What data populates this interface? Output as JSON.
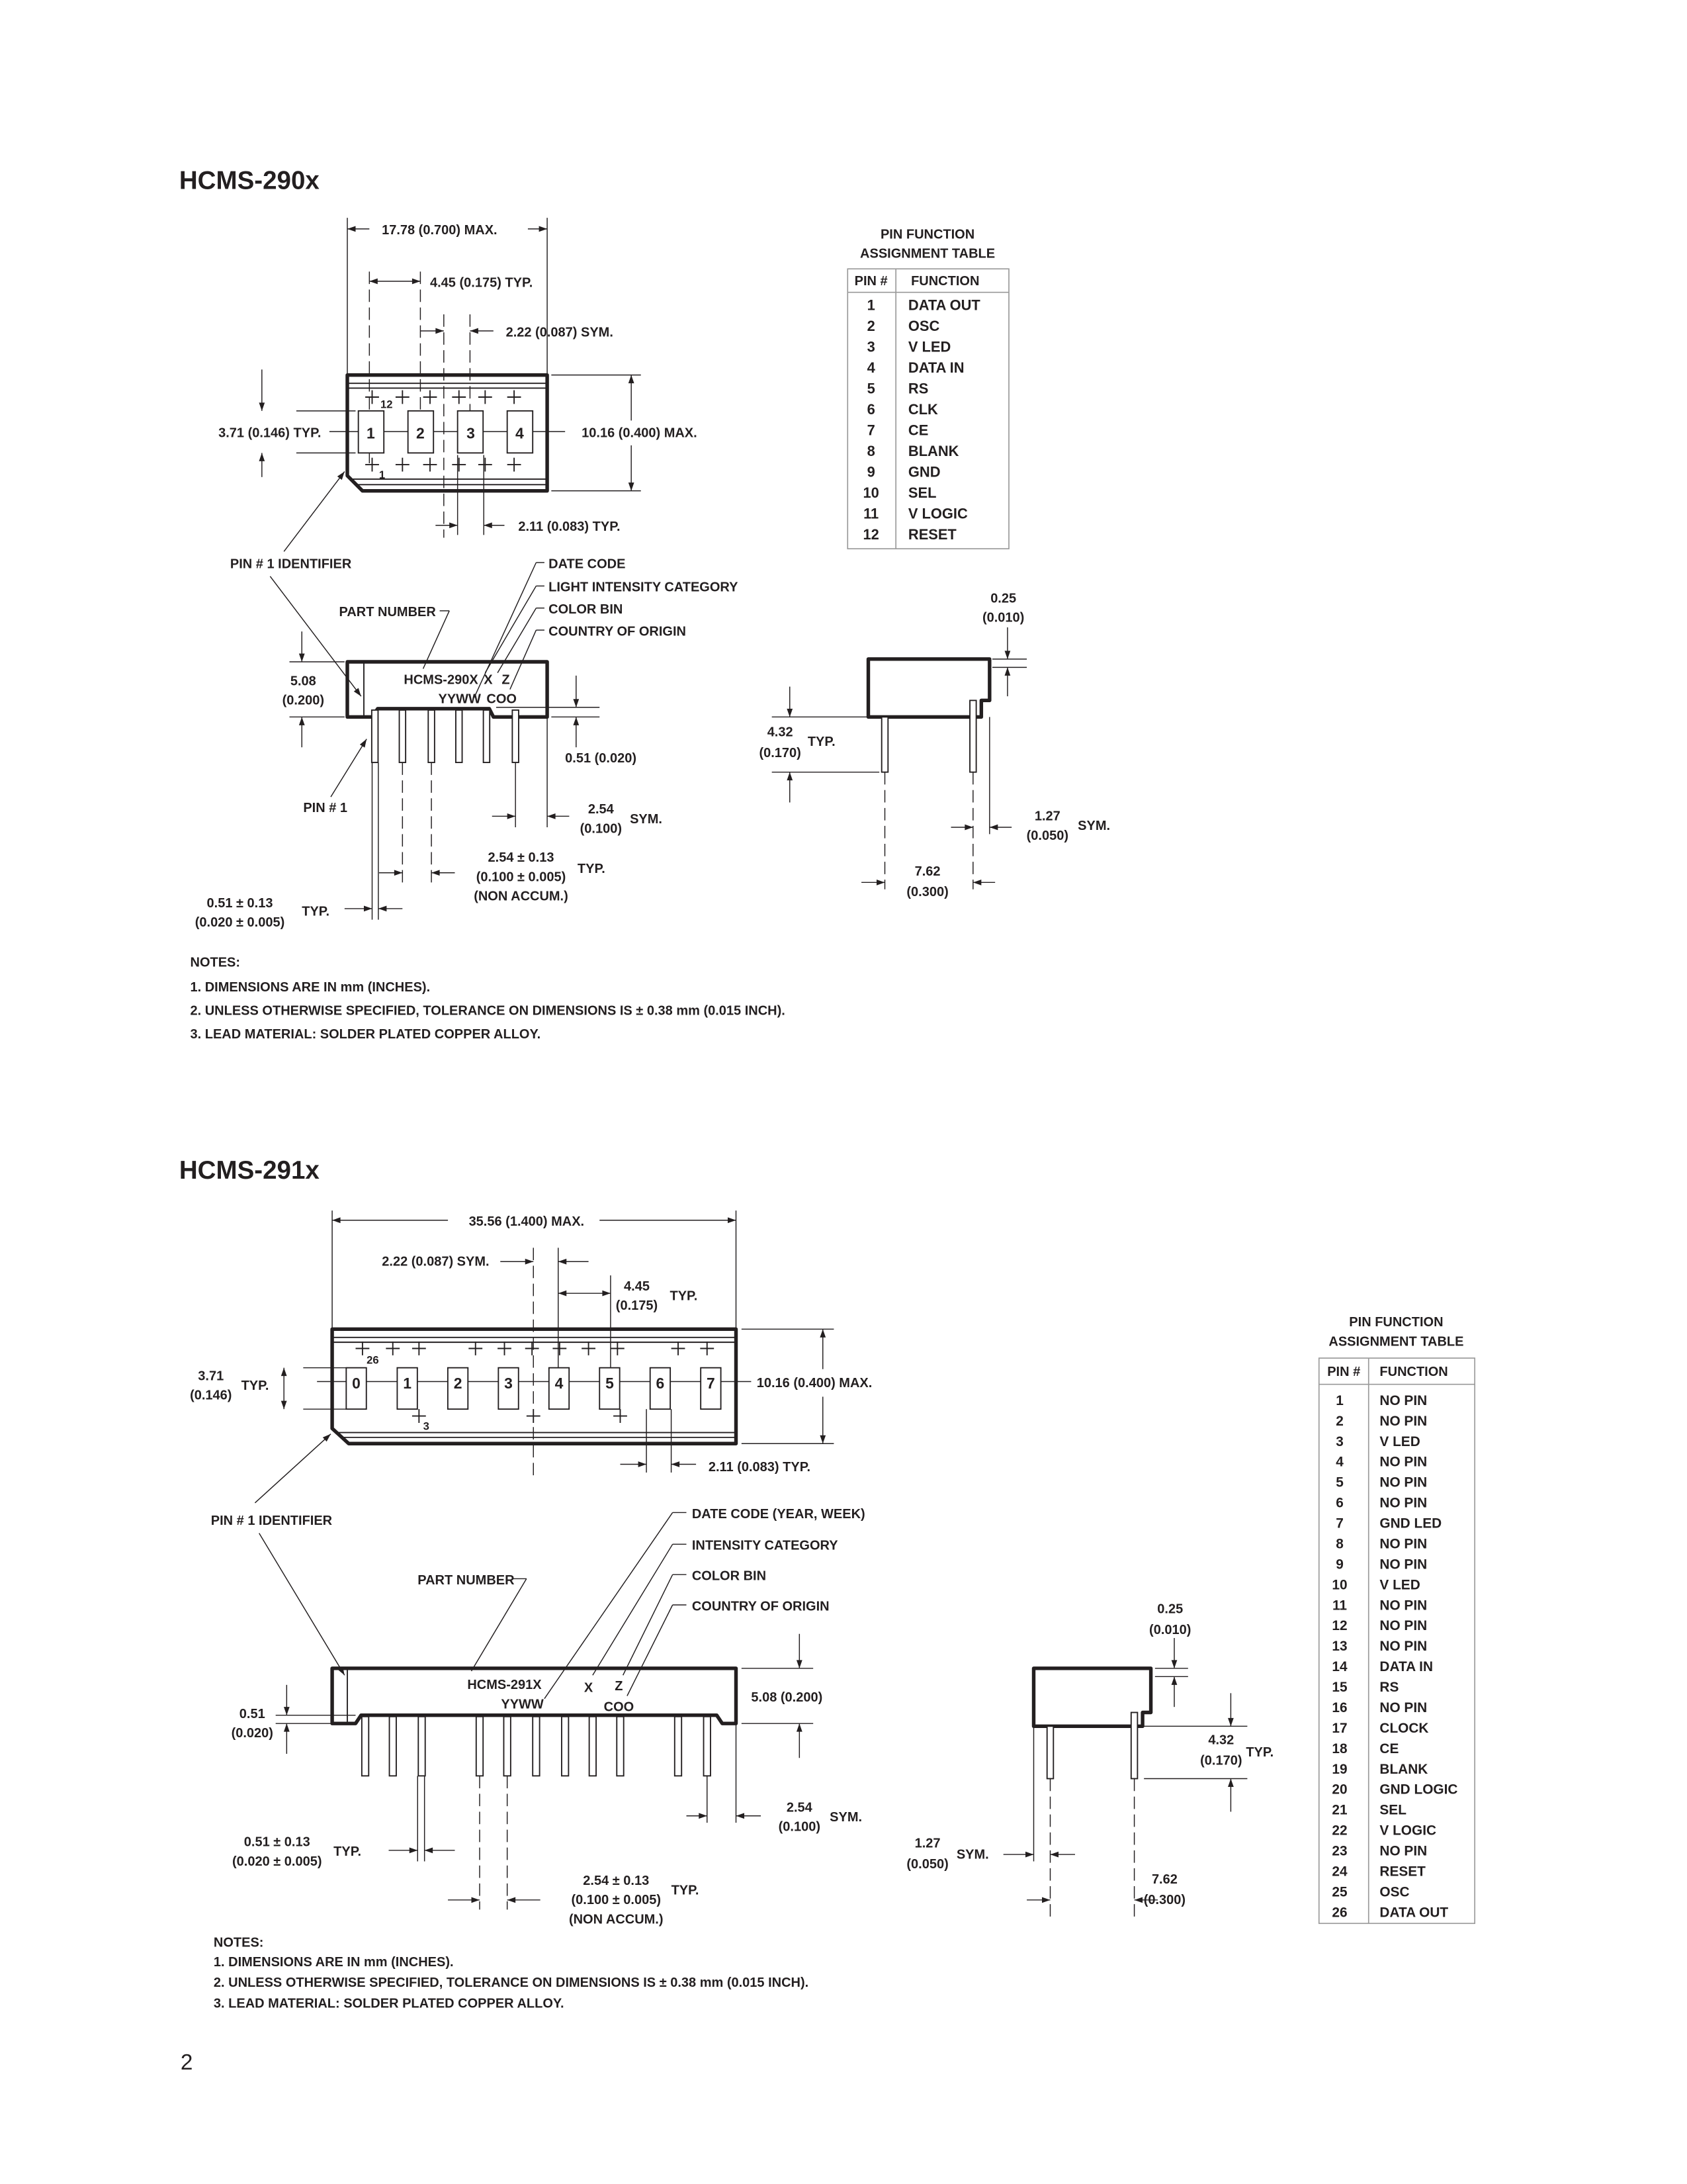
{
  "page_number": "2",
  "hcms290": {
    "title": "HCMS-290x",
    "digits": [
      "1",
      "2",
      "3",
      "4"
    ],
    "pin_marks": [
      "12",
      "1"
    ],
    "dims": {
      "overall_width": "17.78 (0.700) MAX.",
      "pitch": "4.45 (0.175) TYP.",
      "sym": "2.22 (0.087) SYM.",
      "digit_height": "3.71 (0.146) TYP.",
      "overall_height": "10.16 (0.400) MAX.",
      "digit_width": "2.11 (0.083) TYP.",
      "body_height": [
        "5.08",
        "(0.200)"
      ],
      "standoff": "0.51 (0.020)",
      "lead_sym": [
        "2.54",
        "(0.100)",
        "SYM."
      ],
      "lead_pitch": [
        "2.54 ± 0.13",
        "(0.100 ± 0.005)",
        "(NON ACCUM.)",
        "TYP."
      ],
      "lead_width": [
        "0.51 ± 0.13",
        "(0.020 ± 0.005)",
        "TYP."
      ],
      "lead_thickness": [
        "0.25",
        "(0.010)"
      ],
      "lead_length": [
        "4.32",
        "(0.170)",
        "TYP."
      ],
      "row_sym": [
        "1.27",
        "(0.050)",
        "SYM."
      ],
      "row_spacing": [
        "7.62",
        "(0.300)"
      ]
    },
    "callouts": {
      "pin1_identifier": "PIN # 1 IDENTIFIER",
      "part_number": "PART NUMBER",
      "date_code": "DATE CODE",
      "intensity": "LIGHT INTENSITY CATEGORY",
      "color_bin": "COLOR BIN",
      "country": "COUNTRY OF ORIGIN",
      "pin1": "PIN # 1"
    },
    "marking": {
      "part": "HCMS-290X",
      "x": "X",
      "z": "Z",
      "date": "YYWW",
      "coo": "COO"
    },
    "table": {
      "title": [
        "PIN FUNCTION",
        "ASSIGNMENT TABLE"
      ],
      "headers": [
        "PIN #",
        "FUNCTION"
      ],
      "rows": [
        {
          "pin": "1",
          "function": "DATA OUT"
        },
        {
          "pin": "2",
          "function": "OSC"
        },
        {
          "pin": "3",
          "function": "V LED"
        },
        {
          "pin": "4",
          "function": "DATA IN"
        },
        {
          "pin": "5",
          "function": "RS"
        },
        {
          "pin": "6",
          "function": "CLK"
        },
        {
          "pin": "7",
          "function": "CE",
          "overline": true
        },
        {
          "pin": "8",
          "function": "BLANK"
        },
        {
          "pin": "9",
          "function": "GND"
        },
        {
          "pin": "10",
          "function": "SEL"
        },
        {
          "pin": "11",
          "function": "V LOGIC"
        },
        {
          "pin": "12",
          "function": "RESET",
          "overline": true
        }
      ]
    },
    "notes": [
      "NOTES:",
      "1. DIMENSIONS ARE IN mm (INCHES).",
      "2. UNLESS OTHERWISE SPECIFIED, TOLERANCE ON DIMENSIONS IS ± 0.38 mm (0.015 INCH).",
      "3. LEAD MATERIAL:  SOLDER PLATED COPPER ALLOY."
    ]
  },
  "hcms291": {
    "title": "HCMS-291x",
    "digits": [
      "0",
      "1",
      "2",
      "3",
      "4",
      "5",
      "6",
      "7"
    ],
    "pin_marks": [
      "26",
      "3"
    ],
    "dims": {
      "overall_width": "35.56 (1.400) MAX.",
      "sym": "2.22 (0.087) SYM.",
      "pitch": [
        "4.45",
        "(0.175)",
        "TYP."
      ],
      "digit_height": [
        "3.71",
        "(0.146)",
        "TYP."
      ],
      "overall_height": "10.16 (0.400) MAX.",
      "digit_width": "2.11 (0.083) TYP.",
      "body_height": "5.08 (0.200)",
      "standoff": [
        "0.51",
        "(0.020)"
      ],
      "lead_sym": [
        "2.54",
        "(0.100)",
        "SYM."
      ],
      "lead_pitch": [
        "2.54 ± 0.13",
        "(0.100 ± 0.005)",
        "(NON ACCUM.)",
        "TYP."
      ],
      "lead_width": [
        "0.51 ± 0.13",
        "(0.020 ± 0.005)",
        "TYP."
      ],
      "lead_thickness": [
        "0.25",
        "(0.010)"
      ],
      "lead_length": [
        "4.32",
        "(0.170)",
        "TYP."
      ],
      "row_sym": [
        "1.27",
        "(0.050)",
        "SYM."
      ],
      "row_spacing": [
        "7.62",
        "(0.300)"
      ]
    },
    "callouts": {
      "pin1_identifier": "PIN # 1 IDENTIFIER",
      "part_number": "PART NUMBER",
      "date_code": "DATE CODE (YEAR, WEEK)",
      "intensity": "INTENSITY CATEGORY",
      "color_bin": "COLOR BIN",
      "country": "COUNTRY OF ORIGIN"
    },
    "marking": {
      "part": "HCMS-291X",
      "x": "X",
      "z": "Z",
      "date": "YYWW",
      "coo": "COO"
    },
    "table": {
      "title": [
        "PIN FUNCTION",
        "ASSIGNMENT TABLE"
      ],
      "headers": [
        "PIN #",
        "FUNCTION"
      ],
      "rows": [
        {
          "pin": "1",
          "function": "NO PIN"
        },
        {
          "pin": "2",
          "function": "NO PIN"
        },
        {
          "pin": "3",
          "function": "V LED"
        },
        {
          "pin": "4",
          "function": "NO PIN"
        },
        {
          "pin": "5",
          "function": "NO PIN"
        },
        {
          "pin": "6",
          "function": "NO PIN"
        },
        {
          "pin": "7",
          "function": "GND LED"
        },
        {
          "pin": "8",
          "function": "NO PIN"
        },
        {
          "pin": "9",
          "function": "NO PIN"
        },
        {
          "pin": "10",
          "function": "V LED"
        },
        {
          "pin": "11",
          "function": "NO PIN"
        },
        {
          "pin": "12",
          "function": "NO PIN"
        },
        {
          "pin": "13",
          "function": "NO PIN"
        },
        {
          "pin": "14",
          "function": "DATA IN"
        },
        {
          "pin": "15",
          "function": "RS"
        },
        {
          "pin": "16",
          "function": "NO PIN"
        },
        {
          "pin": "17",
          "function": "CLOCK"
        },
        {
          "pin": "18",
          "function": "CE",
          "overline": true
        },
        {
          "pin": "19",
          "function": "BLANK"
        },
        {
          "pin": "20",
          "function": "GND LOGIC"
        },
        {
          "pin": "21",
          "function": "SEL"
        },
        {
          "pin": "22",
          "function": "V LOGIC"
        },
        {
          "pin": "23",
          "function": "NO PIN"
        },
        {
          "pin": "24",
          "function": "RESET",
          "overline": true
        },
        {
          "pin": "25",
          "function": "OSC"
        },
        {
          "pin": "26",
          "function": "DATA OUT"
        }
      ]
    },
    "notes": [
      "NOTES:",
      "1. DIMENSIONS ARE IN mm (INCHES).",
      "2. UNLESS OTHERWISE SPECIFIED, TOLERANCE ON DIMENSIONS IS ± 0.38 mm (0.015 INCH).",
      "3. LEAD MATERIAL:  SOLDER PLATED COPPER ALLOY."
    ]
  }
}
